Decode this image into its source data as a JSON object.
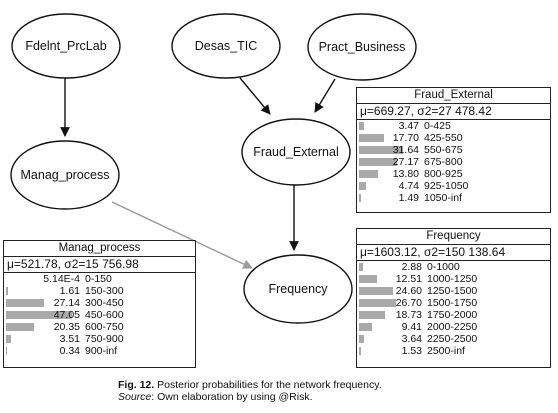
{
  "nodes": {
    "fdelnt": "Fdelnt_PrcLab",
    "desas": "Desas_TIC",
    "pract": "Pract_Business",
    "fraud": "Fraud_External",
    "manag": "Manag_process",
    "frequency": "Frequency"
  },
  "fraud_box": {
    "title": "Fraud_External",
    "stats": "μ=669.27, σ2=27 478.42",
    "rows": [
      {
        "value": "3.47",
        "range": "0-425",
        "percent": 3.47
      },
      {
        "value": "17.70",
        "range": "425-550",
        "percent": 17.7
      },
      {
        "value": "31.64",
        "range": "550-675",
        "percent": 31.64
      },
      {
        "value": "27.17",
        "range": "675-800",
        "percent": 27.17
      },
      {
        "value": "13.80",
        "range": "800-925",
        "percent": 13.8
      },
      {
        "value": "4.74",
        "range": "925-1050",
        "percent": 4.74
      },
      {
        "value": "1.49",
        "range": "1050-inf",
        "percent": 1.49
      }
    ]
  },
  "frequency_box": {
    "title": "Frequency",
    "stats": "μ=1603.12, σ2=150 138.64",
    "rows": [
      {
        "value": "2.88",
        "range": "0-1000",
        "percent": 2.88
      },
      {
        "value": "12.51",
        "range": "1000-1250",
        "percent": 12.51
      },
      {
        "value": "24.60",
        "range": "1250-1500",
        "percent": 24.6
      },
      {
        "value": "26.70",
        "range": "1500-1750",
        "percent": 26.7
      },
      {
        "value": "18.73",
        "range": "1750-2000",
        "percent": 18.73
      },
      {
        "value": "9.41",
        "range": "2000-2250",
        "percent": 9.41
      },
      {
        "value": "3.64",
        "range": "2250-2500",
        "percent": 3.64
      },
      {
        "value": "1.53",
        "range": "2500-inf",
        "percent": 1.53
      }
    ]
  },
  "manag_box": {
    "title": "Manag_process",
    "stats": "μ=521.78, σ2=15 756.98",
    "rows": [
      {
        "value": "5.14E-4",
        "range": "0-150",
        "percent": 0.0514
      },
      {
        "value": "1.61",
        "range": "150-300",
        "percent": 1.61
      },
      {
        "value": "27.14",
        "range": "300-450",
        "percent": 27.14
      },
      {
        "value": "47.05",
        "range": "450-600",
        "percent": 47.05
      },
      {
        "value": "20.35",
        "range": "600-750",
        "percent": 20.35
      },
      {
        "value": "3.51",
        "range": "750-900",
        "percent": 3.51
      },
      {
        "value": "0.34",
        "range": "900-inf",
        "percent": 0.34
      }
    ]
  },
  "caption": {
    "label": "Fig. 12.",
    "text": "Posterior probabilities for the network frequency.",
    "source_label": "Source",
    "source_text": ": Own elaboration by using @Risk."
  }
}
